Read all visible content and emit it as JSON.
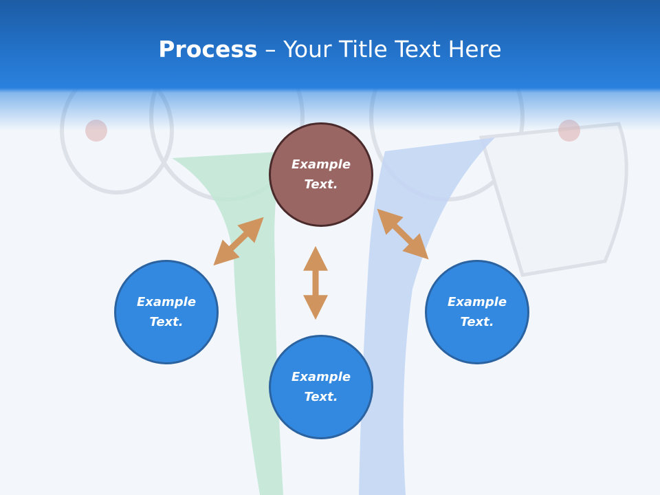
{
  "slide": {
    "title_bold": "Process",
    "title_rest": " – Your Title Text Here"
  },
  "nodes": {
    "top": {
      "line1": "Example",
      "line2": "Text."
    },
    "left": {
      "line1": "Example",
      "line2": "Text."
    },
    "right": {
      "line1": "Example",
      "line2": "Text."
    },
    "bottom": {
      "line1": "Example",
      "line2": "Text."
    }
  },
  "colors": {
    "header": "#2a7fdc",
    "node_blue": "#3388e0",
    "node_brown": "#9a6664",
    "arrow": "#d0955f"
  }
}
